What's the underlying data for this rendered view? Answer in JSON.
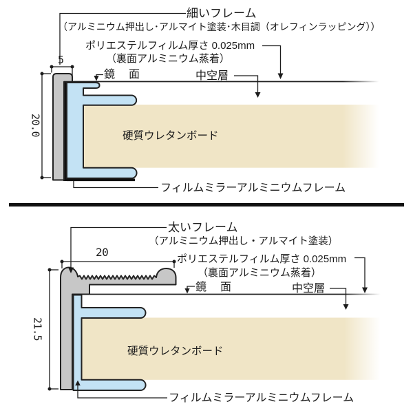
{
  "colors": {
    "frame_gray": "#c7c7c7",
    "film_blue": "#c3e2f4",
    "board_beige": "#f0e5c6",
    "line_black": "#1c1c1c"
  },
  "sections": {
    "top": {
      "frame_title": "細いフレーム",
      "frame_subtitle": "（アルミニウム押出し･アルマイト塗装･木目調（オレフィンラッピング））",
      "film_label": "ポリエステルフィルム厚さ 0.025mm",
      "film_sublabel": "（裏面アルミニウム蒸着）",
      "mirror_label": "鏡　面",
      "hollow_label": "中空層",
      "board_label": "硬質ウレタンボード",
      "frame_bottom_label": "フィルムミラーアルミニウムフレーム",
      "width_dim": "5",
      "height_dim": "20.0"
    },
    "bottom": {
      "frame_title": "太いフレーム",
      "frame_subtitle": "（アルミニウム押出し・アルマイト塗装）",
      "film_label": "ポリエステルフィルム厚さ 0.025mm",
      "film_sublabel": "（裏面アルミニウム蒸着）",
      "mirror_label": "鏡　面",
      "hollow_label": "中空層",
      "board_label": "硬質ウレタンボード",
      "frame_bottom_label": "フィルムミラーアルミニウムフレーム",
      "width_dim": "20",
      "height_dim": "21.5"
    }
  }
}
